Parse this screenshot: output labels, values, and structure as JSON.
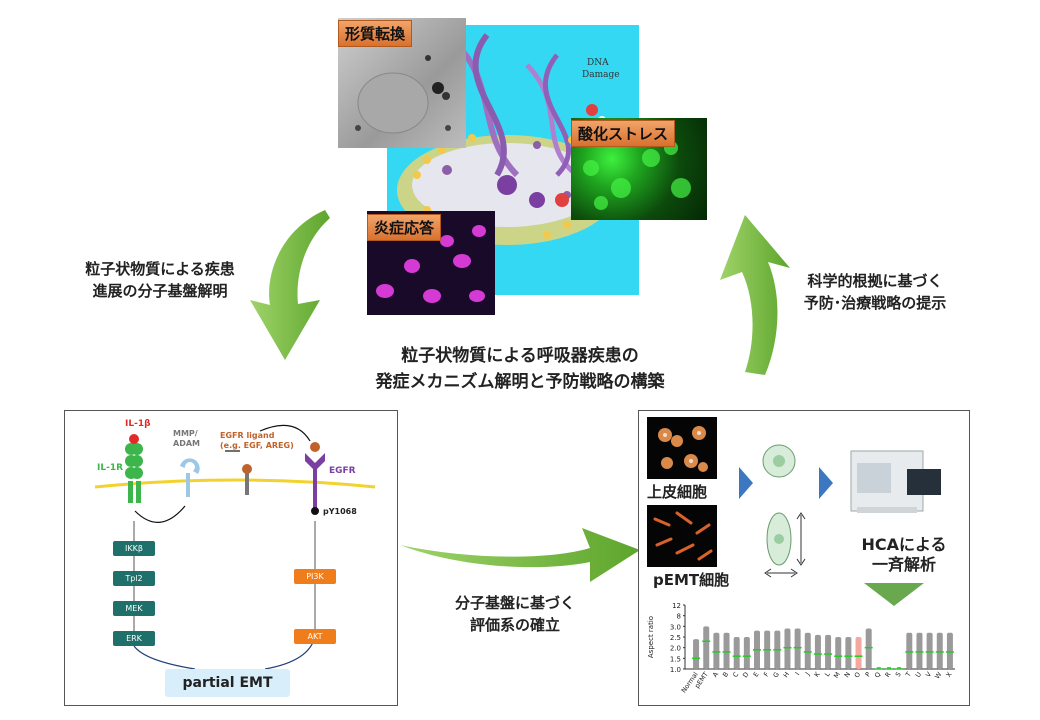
{
  "center_title": [
    "粒子状物質による呼吸器疾患の",
    "発症メカニズム解明と予防戦略の構築"
  ],
  "left_caption": [
    "粒子状物質による疾患",
    "進展の分子基盤解明"
  ],
  "right_caption": [
    "科学的根拠に基づく",
    "予防･治療戦略の提示"
  ],
  "bottom_caption": [
    "分子基盤に基づく",
    "評価系の確立"
  ],
  "top_tags": {
    "transformation": "形質転換",
    "oxidative": "酸化ストレス",
    "inflammation": "炎症応答",
    "dna": "DNA",
    "damage": "Damage"
  },
  "pathway": {
    "il1b": "IL-1β",
    "il1r": "IL-1R",
    "mmp": "MMP/",
    "adam": "ADAM",
    "egfr_ligand": "EGFR ligand",
    "ligand_examples": "(e.g. EGF, AREG)",
    "egfr": "EGFR",
    "py1068": "pY1068",
    "left_chain": [
      "IKKβ",
      "Tpl2",
      "MEK",
      "ERK"
    ],
    "right_chain": [
      "PI3K",
      "AKT"
    ],
    "result": "partial EMT"
  },
  "assay": {
    "epithelial": "上皮細胞",
    "pemt": "pEMT細胞",
    "hca": "HCAによる",
    "hca2": "一斉解析",
    "ylabel": "Aspect ratio",
    "yticks": [
      "12",
      "8",
      "3.0",
      "2.5",
      "2.0",
      "1.5",
      "1.0"
    ]
  },
  "chart_data": {
    "type": "scatter",
    "ylabel": "Aspect ratio",
    "yticks": [
      "1.0",
      "1.5",
      "2.0",
      "2.5",
      "3.0",
      "8",
      "12"
    ],
    "categories": [
      "Normal",
      "pEMT",
      "A",
      "B",
      "C",
      "D",
      "E",
      "F",
      "G",
      "H",
      "I",
      "J",
      "K",
      "L",
      "M",
      "N",
      "O",
      "P",
      "Q",
      "R",
      "S",
      "T",
      "U",
      "V",
      "W",
      "X"
    ],
    "medians": [
      1.5,
      2.3,
      1.8,
      1.8,
      1.6,
      1.6,
      1.9,
      1.9,
      1.9,
      2.0,
      2.0,
      1.8,
      1.7,
      1.7,
      1.6,
      1.6,
      1.6,
      2.0,
      1.0,
      1.0,
      1.0,
      1.8,
      1.8,
      1.8,
      1.8,
      1.8
    ],
    "colors": {
      "points": "#9a9a9a",
      "median": "#22cc22",
      "highlight": "#f4a8a0"
    }
  }
}
